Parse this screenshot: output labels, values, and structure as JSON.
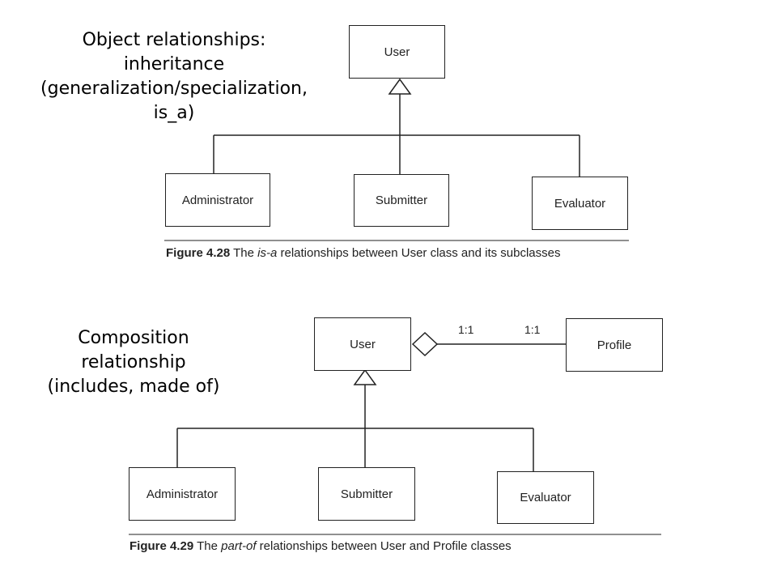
{
  "slide": {
    "inheritance_text": [
      "Object relationships:",
      "inheritance",
      "(generalization/specialization,",
      "is_a)"
    ],
    "composition_text": [
      "Composition",
      "relationship",
      "(includes, made of)"
    ]
  },
  "figure_428": {
    "parent": "User",
    "children": [
      "Administrator",
      "Submitter",
      "Evaluator"
    ],
    "caption_number": "Figure 4.28",
    "caption_italic": "is-a",
    "caption_pre": "The",
    "caption_post": "relationships between User class and its subclasses"
  },
  "figure_429": {
    "parent": "User",
    "part": "Profile",
    "multiplicity_left": "1:1",
    "multiplicity_right": "1:1",
    "children": [
      "Administrator",
      "Submitter",
      "Evaluator"
    ],
    "caption_number": "Figure 4.29",
    "caption_pre": "The",
    "caption_italic": "part-of",
    "caption_post": "relationships between User and Profile classes"
  },
  "colors": {
    "line": "#222222",
    "background": "#ffffff"
  }
}
